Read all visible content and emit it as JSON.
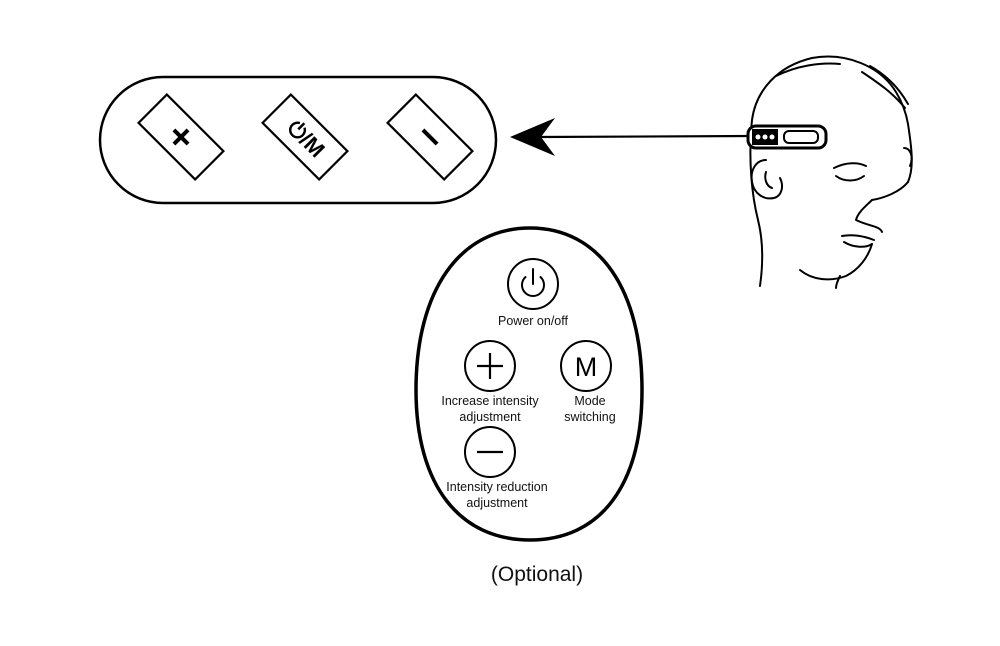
{
  "device_panel": {
    "buttons": [
      {
        "name": "plus",
        "label": "+"
      },
      {
        "name": "power-mode",
        "label": "⏻/M"
      },
      {
        "name": "minus",
        "label": "−"
      }
    ]
  },
  "remote": {
    "power": {
      "glyph": "power-icon",
      "label": "Power on/off"
    },
    "increase": {
      "glyph": "plus-icon",
      "label_line1": "Increase intensity",
      "label_line2": "adjustment"
    },
    "mode": {
      "glyph": "M",
      "label_line1": "Mode",
      "label_line2": "switching"
    },
    "decrease": {
      "glyph": "minus-icon",
      "label_line1": "Intensity reduction",
      "label_line2": "adjustment"
    }
  },
  "caption": "(Optional)",
  "colors": {
    "ink": "#000000",
    "background": "#ffffff"
  }
}
